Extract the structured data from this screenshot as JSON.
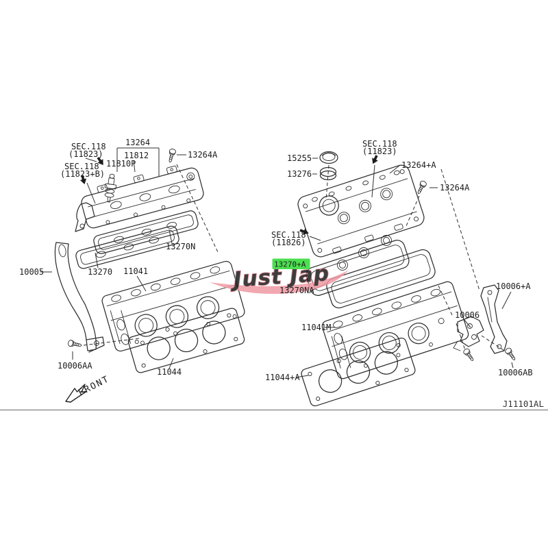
{
  "diagram_code": "J11101AL",
  "front_label": "FRONT",
  "watermark_text": "Just Jap",
  "colors": {
    "highlight_green": "#4cdf50",
    "watermark_pink": "#ef9aa3",
    "watermark_text_stroke": "#e2828e",
    "line_color": "#2e2e2e"
  },
  "labels": {
    "sec118_left_top": "SEC.118",
    "sec118_left_top_ref": "(11823)",
    "p13264": "13264",
    "p11812": "11812",
    "p11810P": "11810P",
    "sec118_left_mid": "SEC.118",
    "sec118_left_mid_ref": "(11823+B)",
    "p13264A_left": "13264A",
    "p13270N": "13270N",
    "p13270": "13270",
    "p11041": "11041",
    "p10005": "10005",
    "p10006AA": "10006AA",
    "p11044": "11044",
    "p15255": "15255",
    "p13276": "13276",
    "sec118_right_top": "SEC.118",
    "sec118_right_top_ref": "(11823)",
    "p13264pA": "13264+A",
    "p13264A_right": "13264A",
    "sec118_right_mid": "SEC.118",
    "sec118_right_mid_ref": "(11826)",
    "p13270pA": "13270+A",
    "p13270NA": "13270NA",
    "p11041M": "11041M",
    "p11044pA": "11044+A",
    "p10006": "10006",
    "p10006pA": "10006+A",
    "p10006AB": "10006AB"
  }
}
